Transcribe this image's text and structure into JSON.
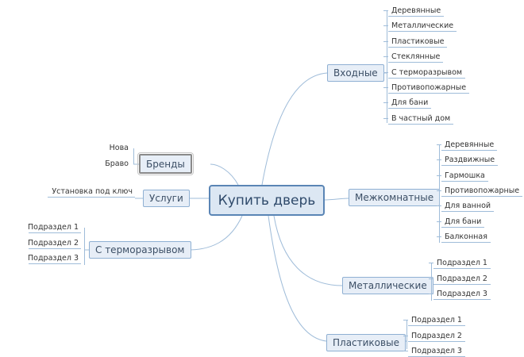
{
  "root": {
    "label": "Купить дверь"
  },
  "branches": {
    "vhodnye": {
      "label": "Входные",
      "children": [
        "Деревянные",
        "Металлические",
        "Пластиковые",
        "Стеклянные",
        "С терморазрывом",
        "Противопожарные",
        "Для бани",
        "В частный дом"
      ]
    },
    "mezhkomnatnye": {
      "label": "Межкомнатные",
      "children": [
        "Деревянные",
        "Раздвижные",
        "Гармошка",
        "Противопожарные",
        "Для ванной",
        "Для бани",
        "Балконная"
      ]
    },
    "metallicheskie": {
      "label": "Металлические",
      "children": [
        "Подраздел 1",
        "Подраздел 2",
        "Подраздел 3"
      ]
    },
    "plastikovye": {
      "label": "Пластиковые",
      "children": [
        "Подраздел 1",
        "Подраздел 2",
        "Подраздел 3"
      ]
    },
    "brendy": {
      "label": "Бренды",
      "children": [
        "Нова",
        "Браво"
      ]
    },
    "uslugi": {
      "label": "Услуги",
      "children": [
        "Установка под ключ"
      ]
    },
    "termorazryv": {
      "label": "С терморазрывом",
      "children": [
        "Подраздел 1",
        "Подраздел 2",
        "Подраздел 3"
      ]
    }
  },
  "colors": {
    "link": "#9fbcd9",
    "root_border": "#5a85b5",
    "branch_fill": "#e7eef7"
  }
}
